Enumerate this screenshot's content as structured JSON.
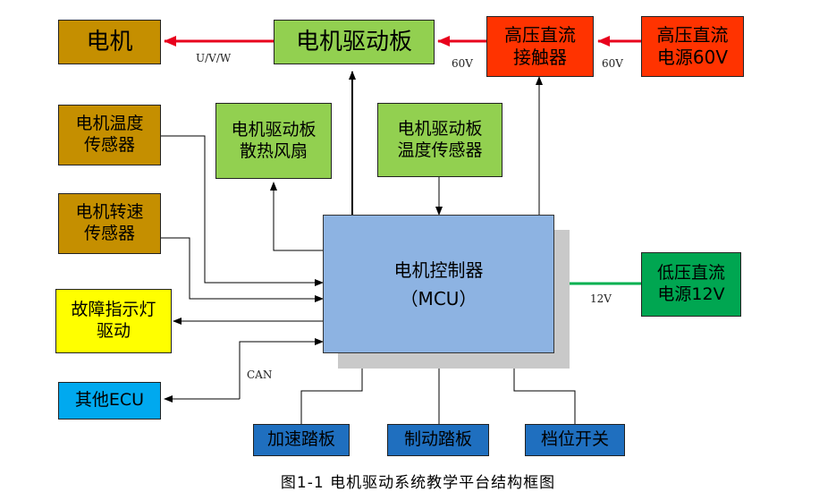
{
  "blocks": {
    "motor": "电机",
    "motor_drive_board": "电机驱动板",
    "hv_contactor": "高压直流\n接触器",
    "hv_source": "高压直流\n电源60V",
    "motor_temp_sensor": "电机温度\n传感器",
    "drive_fan": "电机驱动板\n散热风扇",
    "drive_temp_sensor": "电机驱动板\n温度传感器",
    "motor_speed_sensor": "电机转速\n传感器",
    "mcu": "电机控制器\n（MCU）",
    "lv_source": "低压直流\n电源12V",
    "fault_indicator": "故障指示灯\n驱动",
    "other_ecu": "其他ECU",
    "accel_pedal": "加速踏板",
    "brake_pedal": "制动踏板",
    "gear_switch": "档位开关"
  },
  "labels": {
    "uvw": "U/V/W",
    "v60_a": "60V",
    "v60_b": "60V",
    "v12": "12V",
    "can": "CAN"
  },
  "caption": "图1-1  电机驱动系统教学平台结构框图",
  "colors": {
    "gold": "#c58f00",
    "green": "#92d050",
    "red": "#ff3300",
    "dark_green": "#00a651",
    "yellow": "#ffff00",
    "cyan": "#00a9ef",
    "blue": "#1f6fbf",
    "mcu_blue": "#8db3e2",
    "red_arrow": "#e8001c",
    "green_arrow": "#00b050"
  }
}
